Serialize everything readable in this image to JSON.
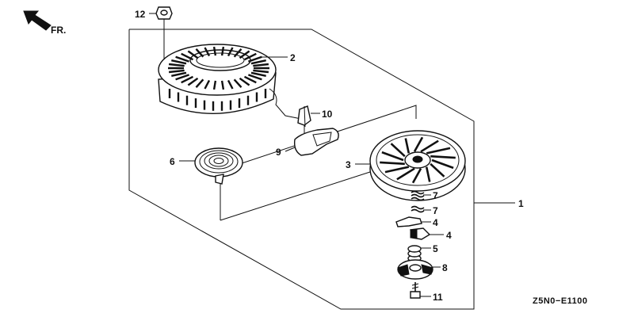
{
  "direction": {
    "label": "FR.",
    "icon": "arrow-up-left-icon"
  },
  "diagram_code": "Z5N0−E1100",
  "callouts": [
    {
      "id": "c12",
      "number": "12"
    },
    {
      "id": "c2",
      "number": "2"
    },
    {
      "id": "c10",
      "number": "10"
    },
    {
      "id": "c9",
      "number": "9"
    },
    {
      "id": "c6",
      "number": "6"
    },
    {
      "id": "c3",
      "number": "3"
    },
    {
      "id": "c1",
      "number": "1"
    },
    {
      "id": "c7a",
      "number": "7"
    },
    {
      "id": "c7b",
      "number": "7"
    },
    {
      "id": "c4a",
      "number": "4"
    },
    {
      "id": "c4b",
      "number": "4"
    },
    {
      "id": "c5",
      "number": "5"
    },
    {
      "id": "c8",
      "number": "8"
    },
    {
      "id": "c11",
      "number": "11"
    }
  ]
}
